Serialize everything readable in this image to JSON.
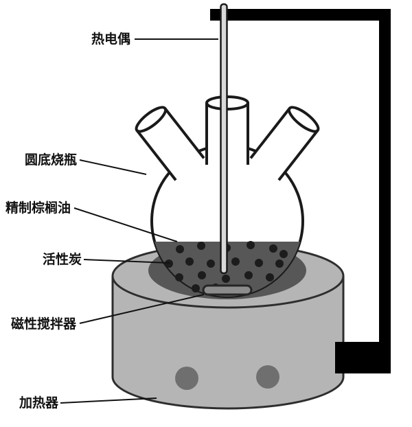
{
  "diagram": {
    "labels": {
      "thermocouple": "热电偶",
      "round_bottom_flask": "圆底烧瓶",
      "refined_palm_oil": "精制棕榈油",
      "activated_carbon": "活性炭",
      "magnetic_stirrer": "磁性搅拌器",
      "heater": "加热器"
    },
    "colors": {
      "background": "#ffffff",
      "outline": "#1a1a1a",
      "stand": "#000000",
      "rod_fill": "#d9d9d9",
      "heater_body": "#b5b5b5",
      "heater_opening": "#575757",
      "liquid": "#575757",
      "carbon_dots": "#1c1c1c",
      "stirrer_bar": "#8c8c8c",
      "knob": "#6f6f6f"
    }
  }
}
